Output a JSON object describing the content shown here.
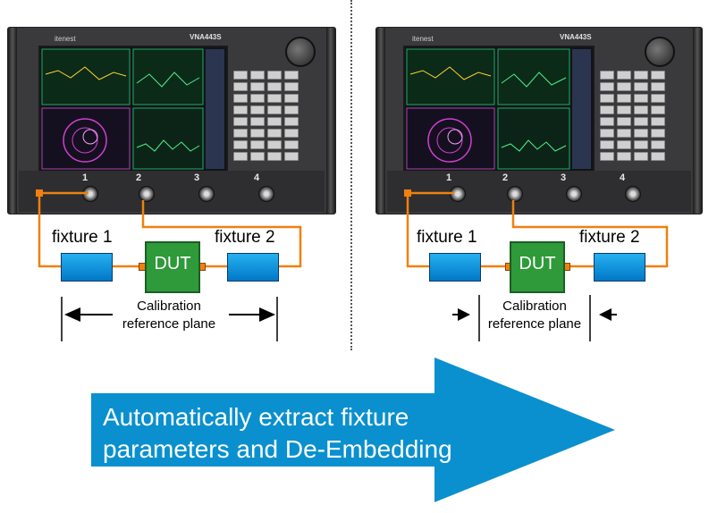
{
  "instruments": [
    {
      "brand": "itenest",
      "model": "VNA443S",
      "ports": [
        "1",
        "2",
        "3",
        "4"
      ]
    },
    {
      "brand": "itenest",
      "model": "VNA443S",
      "ports": [
        "1",
        "2",
        "3",
        "4"
      ]
    }
  ],
  "panels": [
    {
      "fixture_1": "fixture  1",
      "fixture_2": "fixture  2",
      "dut": "DUT",
      "calibration_line1": "Calibration",
      "calibration_line2": "reference plane"
    },
    {
      "fixture_1": "fixture  1",
      "fixture_2": "fixture  2",
      "dut": "DUT",
      "calibration_line1": "Calibration",
      "calibration_line2": "reference plane"
    }
  ],
  "banner": {
    "line1": "Automatically extract fixture",
    "line2": "parameters and De-Embedding",
    "color": "#0a90cf"
  },
  "colors": {
    "cable": "#f08010",
    "fixture": "#1a9ee0",
    "dut": "#2e9a3a"
  }
}
